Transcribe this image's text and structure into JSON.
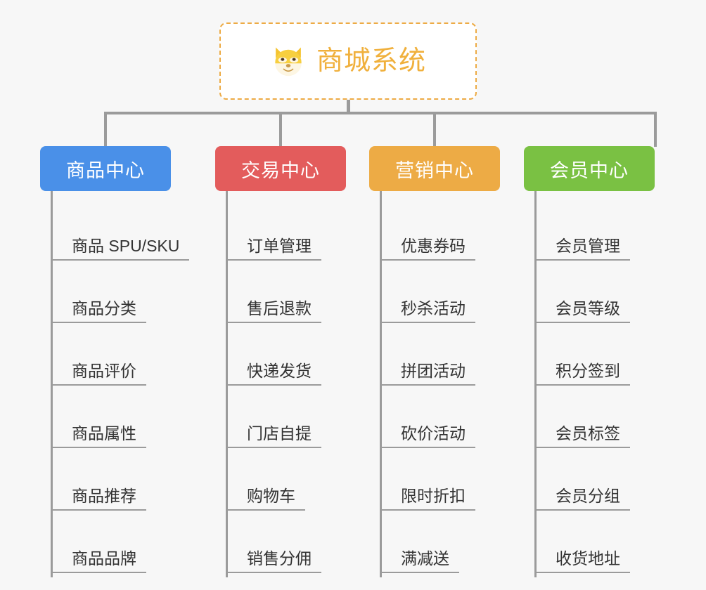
{
  "page": {
    "background_color": "#f7f7f7",
    "type": "organization-mindmap"
  },
  "root": {
    "title": "商城系统",
    "icon": "shiba-dog-face-emoji",
    "border_color": "#edab45",
    "text_color": "#f0b03c",
    "background_color": "#ffffff"
  },
  "connector": {
    "color": "#9b9b9b"
  },
  "columns": [
    {
      "header": "商品中心",
      "color": "#4a90e8",
      "items": [
        "商品 SPU/SKU",
        "商品分类",
        "商品评价",
        "商品属性",
        "商品推荐",
        "商品品牌"
      ]
    },
    {
      "header": "交易中心",
      "color": "#e35c5c",
      "items": [
        "订单管理",
        "售后退款",
        "快递发货",
        "门店自提",
        "购物车",
        "销售分佣"
      ]
    },
    {
      "header": "营销中心",
      "color": "#edab45",
      "items": [
        "优惠券码",
        "秒杀活动",
        "拼团活动",
        "砍价活动",
        "限时折扣",
        "满减送"
      ]
    },
    {
      "header": "会员中心",
      "color": "#7ac143",
      "items": [
        "会员管理",
        "会员等级",
        "积分签到",
        "会员标签",
        "会员分组",
        "收货地址"
      ]
    }
  ]
}
